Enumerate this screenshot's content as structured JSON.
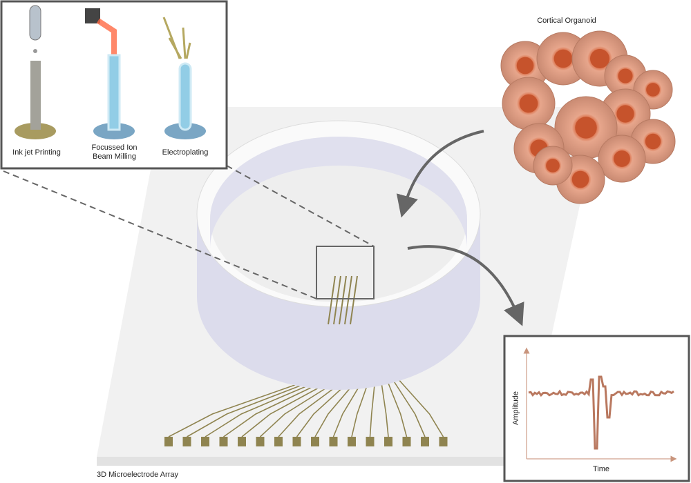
{
  "labels": {
    "organoid": "Cortical Organoid",
    "array": "3D Microelectrode Array"
  },
  "fabrication_inset": {
    "methods": [
      "Ink jet Printing",
      "Focussed Ion Beam Milling",
      "Electroplating"
    ]
  },
  "signal_inset": {
    "y_axis": "Amplitude",
    "x_axis": "Time"
  },
  "colors": {
    "gold": "#8f8450",
    "trace": "#b9785f",
    "organoid": "#d9886a",
    "ring": "#e6e6f2",
    "frame": "#555555"
  }
}
